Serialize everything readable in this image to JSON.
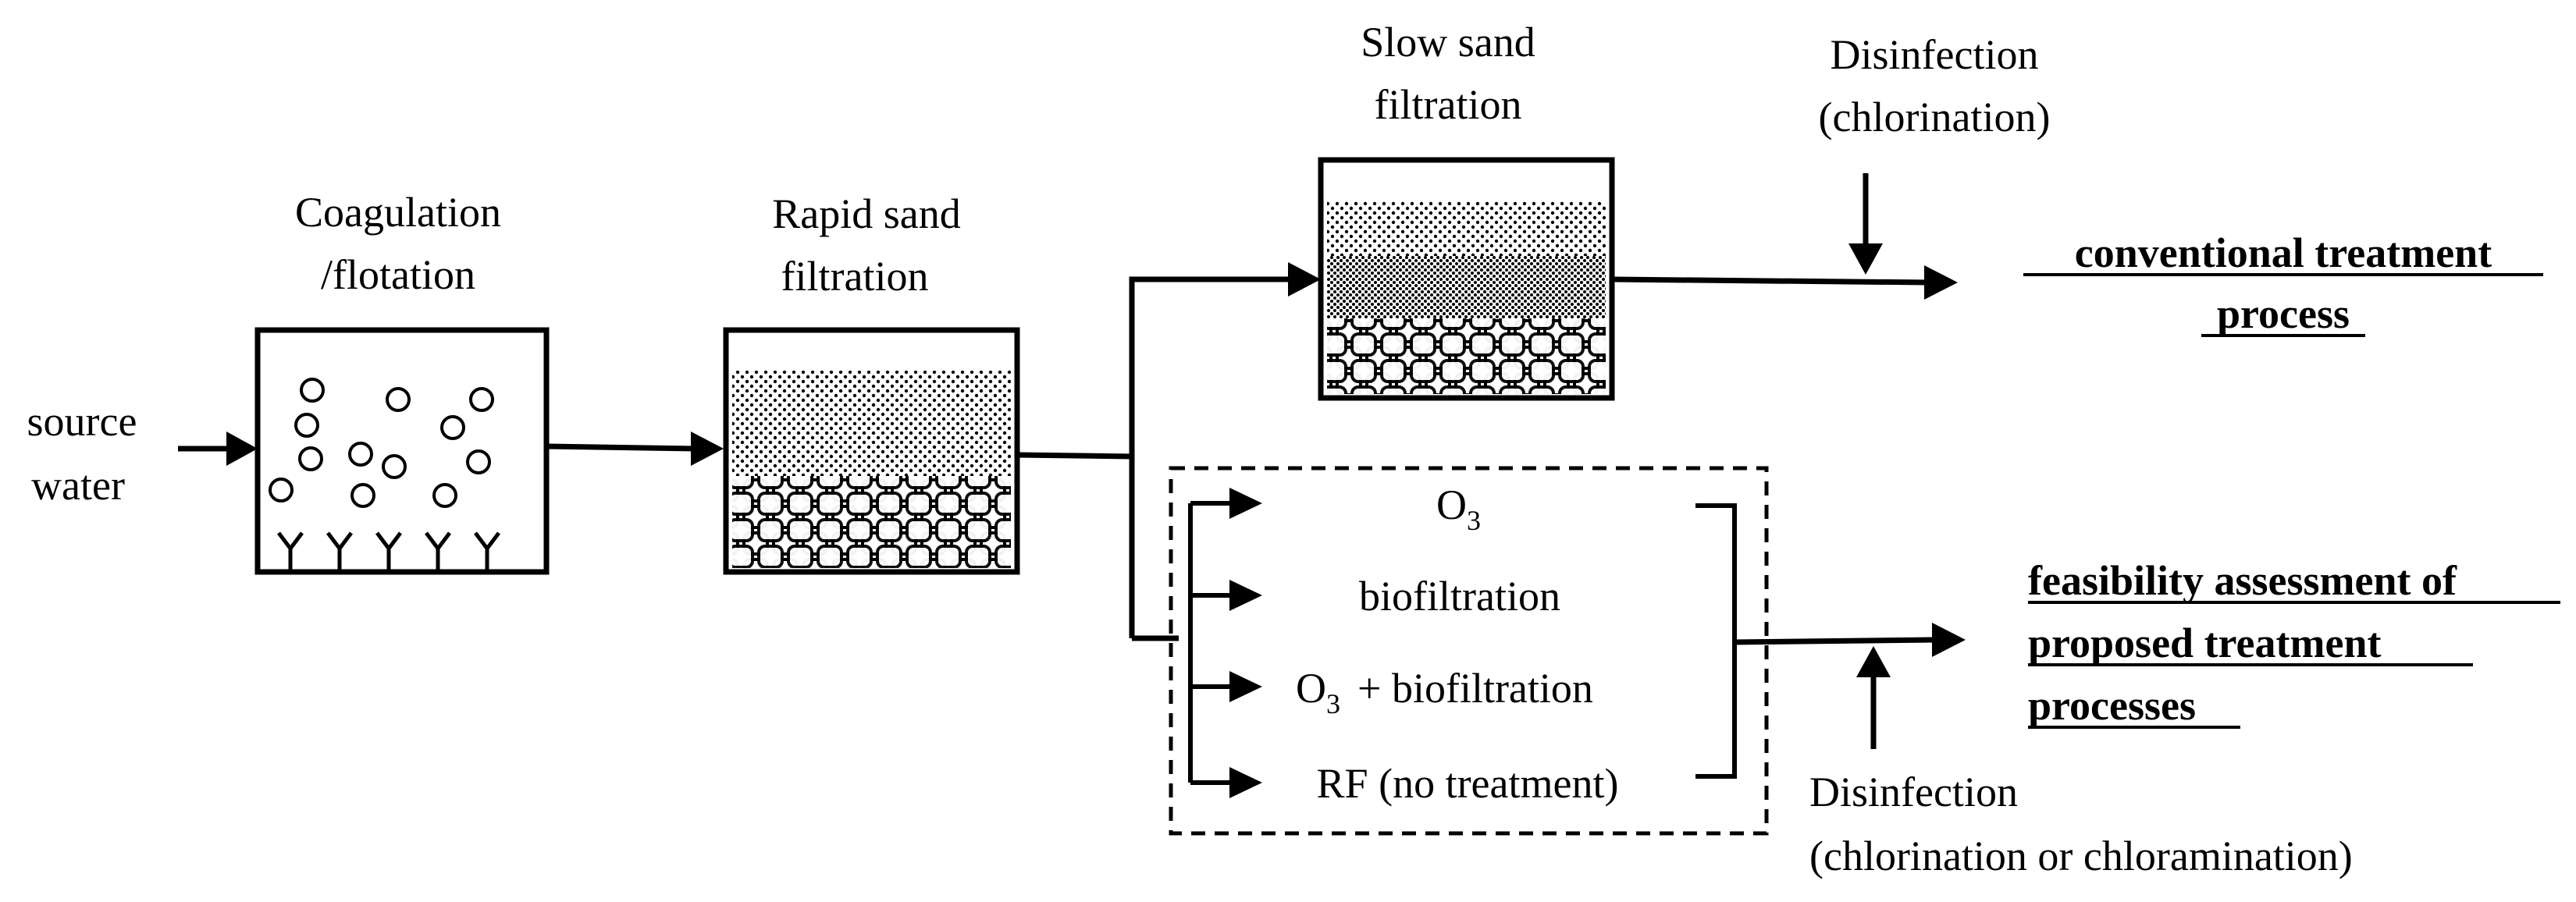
{
  "source": {
    "line1": "source",
    "line2": "water"
  },
  "coagulation": {
    "line1": "Coagulation",
    "line2": "/flotation"
  },
  "rapid_sand": {
    "line1": "Rapid sand",
    "line2": "filtration"
  },
  "slow_sand": {
    "line1": "Slow sand",
    "line2": "filtration"
  },
  "disinfection_top": {
    "line1": "Disinfection",
    "line2": "(chlorination)"
  },
  "conventional": {
    "line1": "conventional treatment",
    "line2": "process"
  },
  "options": {
    "o3_main": "O",
    "o3_sub": "3",
    "bio": "biofiltration",
    "o3b_main": "O",
    "o3b_sub": "3",
    "o3b_rest": "+  biofiltration",
    "rf": "RF (no treatment)"
  },
  "feasibility": {
    "line1": "feasibility assessment of",
    "line2": "proposed treatment",
    "line3": "processes"
  },
  "disinfection_bottom": {
    "line1": "Disinfection",
    "line2": "(chlorination or chloramination)"
  }
}
